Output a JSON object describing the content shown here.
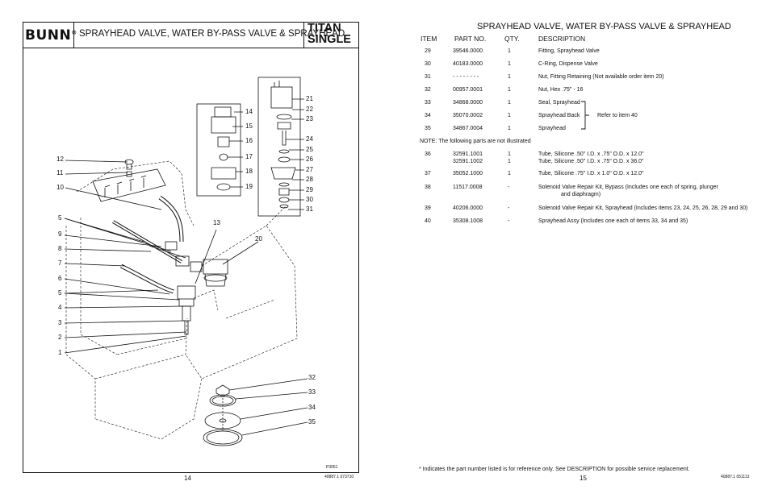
{
  "left_page": {
    "brand": "BUNN",
    "brand_mark": "®",
    "header_title": "SPRAYHEAD VALVE, WATER BY-PASS VALVE & SPRAYHEAD",
    "model_line1": "TITAN",
    "model_line2": "SINGLE",
    "figure_code": "P3061",
    "page_number": "14",
    "doc_code": "40887.1 073710",
    "callouts": {
      "c1": "1",
      "c2": "2",
      "c3": "3",
      "c4": "4",
      "c5a": "5",
      "c5b": "5",
      "c6": "6",
      "c7": "7",
      "c8": "8",
      "c9": "9",
      "c10": "10",
      "c11": "11",
      "c12": "12",
      "c13": "13",
      "c14": "14",
      "c15": "15",
      "c16": "16",
      "c17": "17",
      "c18": "18",
      "c19": "19",
      "c20": "20",
      "c21": "21",
      "c22": "22",
      "c23": "23",
      "c24": "24",
      "c25": "25",
      "c26": "26",
      "c27": "27",
      "c28": "28",
      "c29": "29",
      "c30": "30",
      "c31": "31",
      "c32": "32",
      "c33": "33",
      "c34": "34",
      "c35": "35"
    }
  },
  "right_page": {
    "header_title": "SPRAYHEAD VALVE, WATER BY-PASS VALVE & SPRAYHEAD",
    "columns": {
      "item": "ITEM",
      "part": "PART NO.",
      "qty": "QTY.",
      "desc": "DESCRIPTION"
    },
    "rows": [
      {
        "item": "29",
        "part": "39546.0000",
        "qty": "1",
        "desc": "Fitting, Sprayhead Valve"
      },
      {
        "item": "30",
        "part": "40183.0000",
        "qty": "1",
        "desc": "C-Ring, Dispense Valve"
      },
      {
        "item": "31",
        "part": "- - - - - - - -",
        "qty": "1",
        "desc": "Nut, Fitting Retaining (Not available order item 20)"
      },
      {
        "item": "32",
        "part": "00957.0001",
        "qty": "1",
        "desc": "Nut, Hex .75\" - 16"
      },
      {
        "item": "33",
        "part": "34868.0000",
        "qty": "1",
        "desc": "Seal, Sprayhead"
      },
      {
        "item": "34",
        "part": "35070.0002",
        "qty": "1",
        "desc": "Sprayhead Back"
      },
      {
        "item": "35",
        "part": "34867.0004",
        "qty": "1",
        "desc": "Sprayhead"
      },
      {
        "item": "36",
        "part": "32591.1001",
        "qty": "1",
        "desc": "Tube, Silicone .50\" I.D. x .75\" O.D. x 12.0\""
      },
      {
        "item": "",
        "part": "32591.1002",
        "qty": "1",
        "desc": "Tube, Silicone .50\" I.D. x .75\" O.D. x 36.0\""
      },
      {
        "item": "37",
        "part": "35052.1000",
        "qty": "1",
        "desc": "Tube, Silicone .75\" I.D. x 1.0\" O.D. x 12.0\""
      },
      {
        "item": "38",
        "part": "11517.0008",
        "qty": "-",
        "desc": "Solenoid Valve Repair Kit, Bypass (Includes one each of spring, plunger"
      },
      {
        "item": "",
        "part": "",
        "qty": "",
        "desc": "and diaphragm)"
      },
      {
        "item": "39",
        "part": "40206.0000",
        "qty": "-",
        "desc": "Solenoid Valve Repair Kit, Sprayhead (Includes items 23, 24, 25, 26, 28, 29 and 30)"
      },
      {
        "item": "40",
        "part": "35308.1008",
        "qty": "-",
        "desc": "Sprayhead Assy (Includes one each of items 33, 34 and 35)"
      }
    ],
    "bracket_note": "Refer to item 40",
    "note": "NOTE: The following parts are not illustrated",
    "footnote": "* Indicates the part number listed is for reference only. See DESCRIPTION for possible service replacement.",
    "page_number": "15",
    "doc_code": "40887.1 051113"
  }
}
